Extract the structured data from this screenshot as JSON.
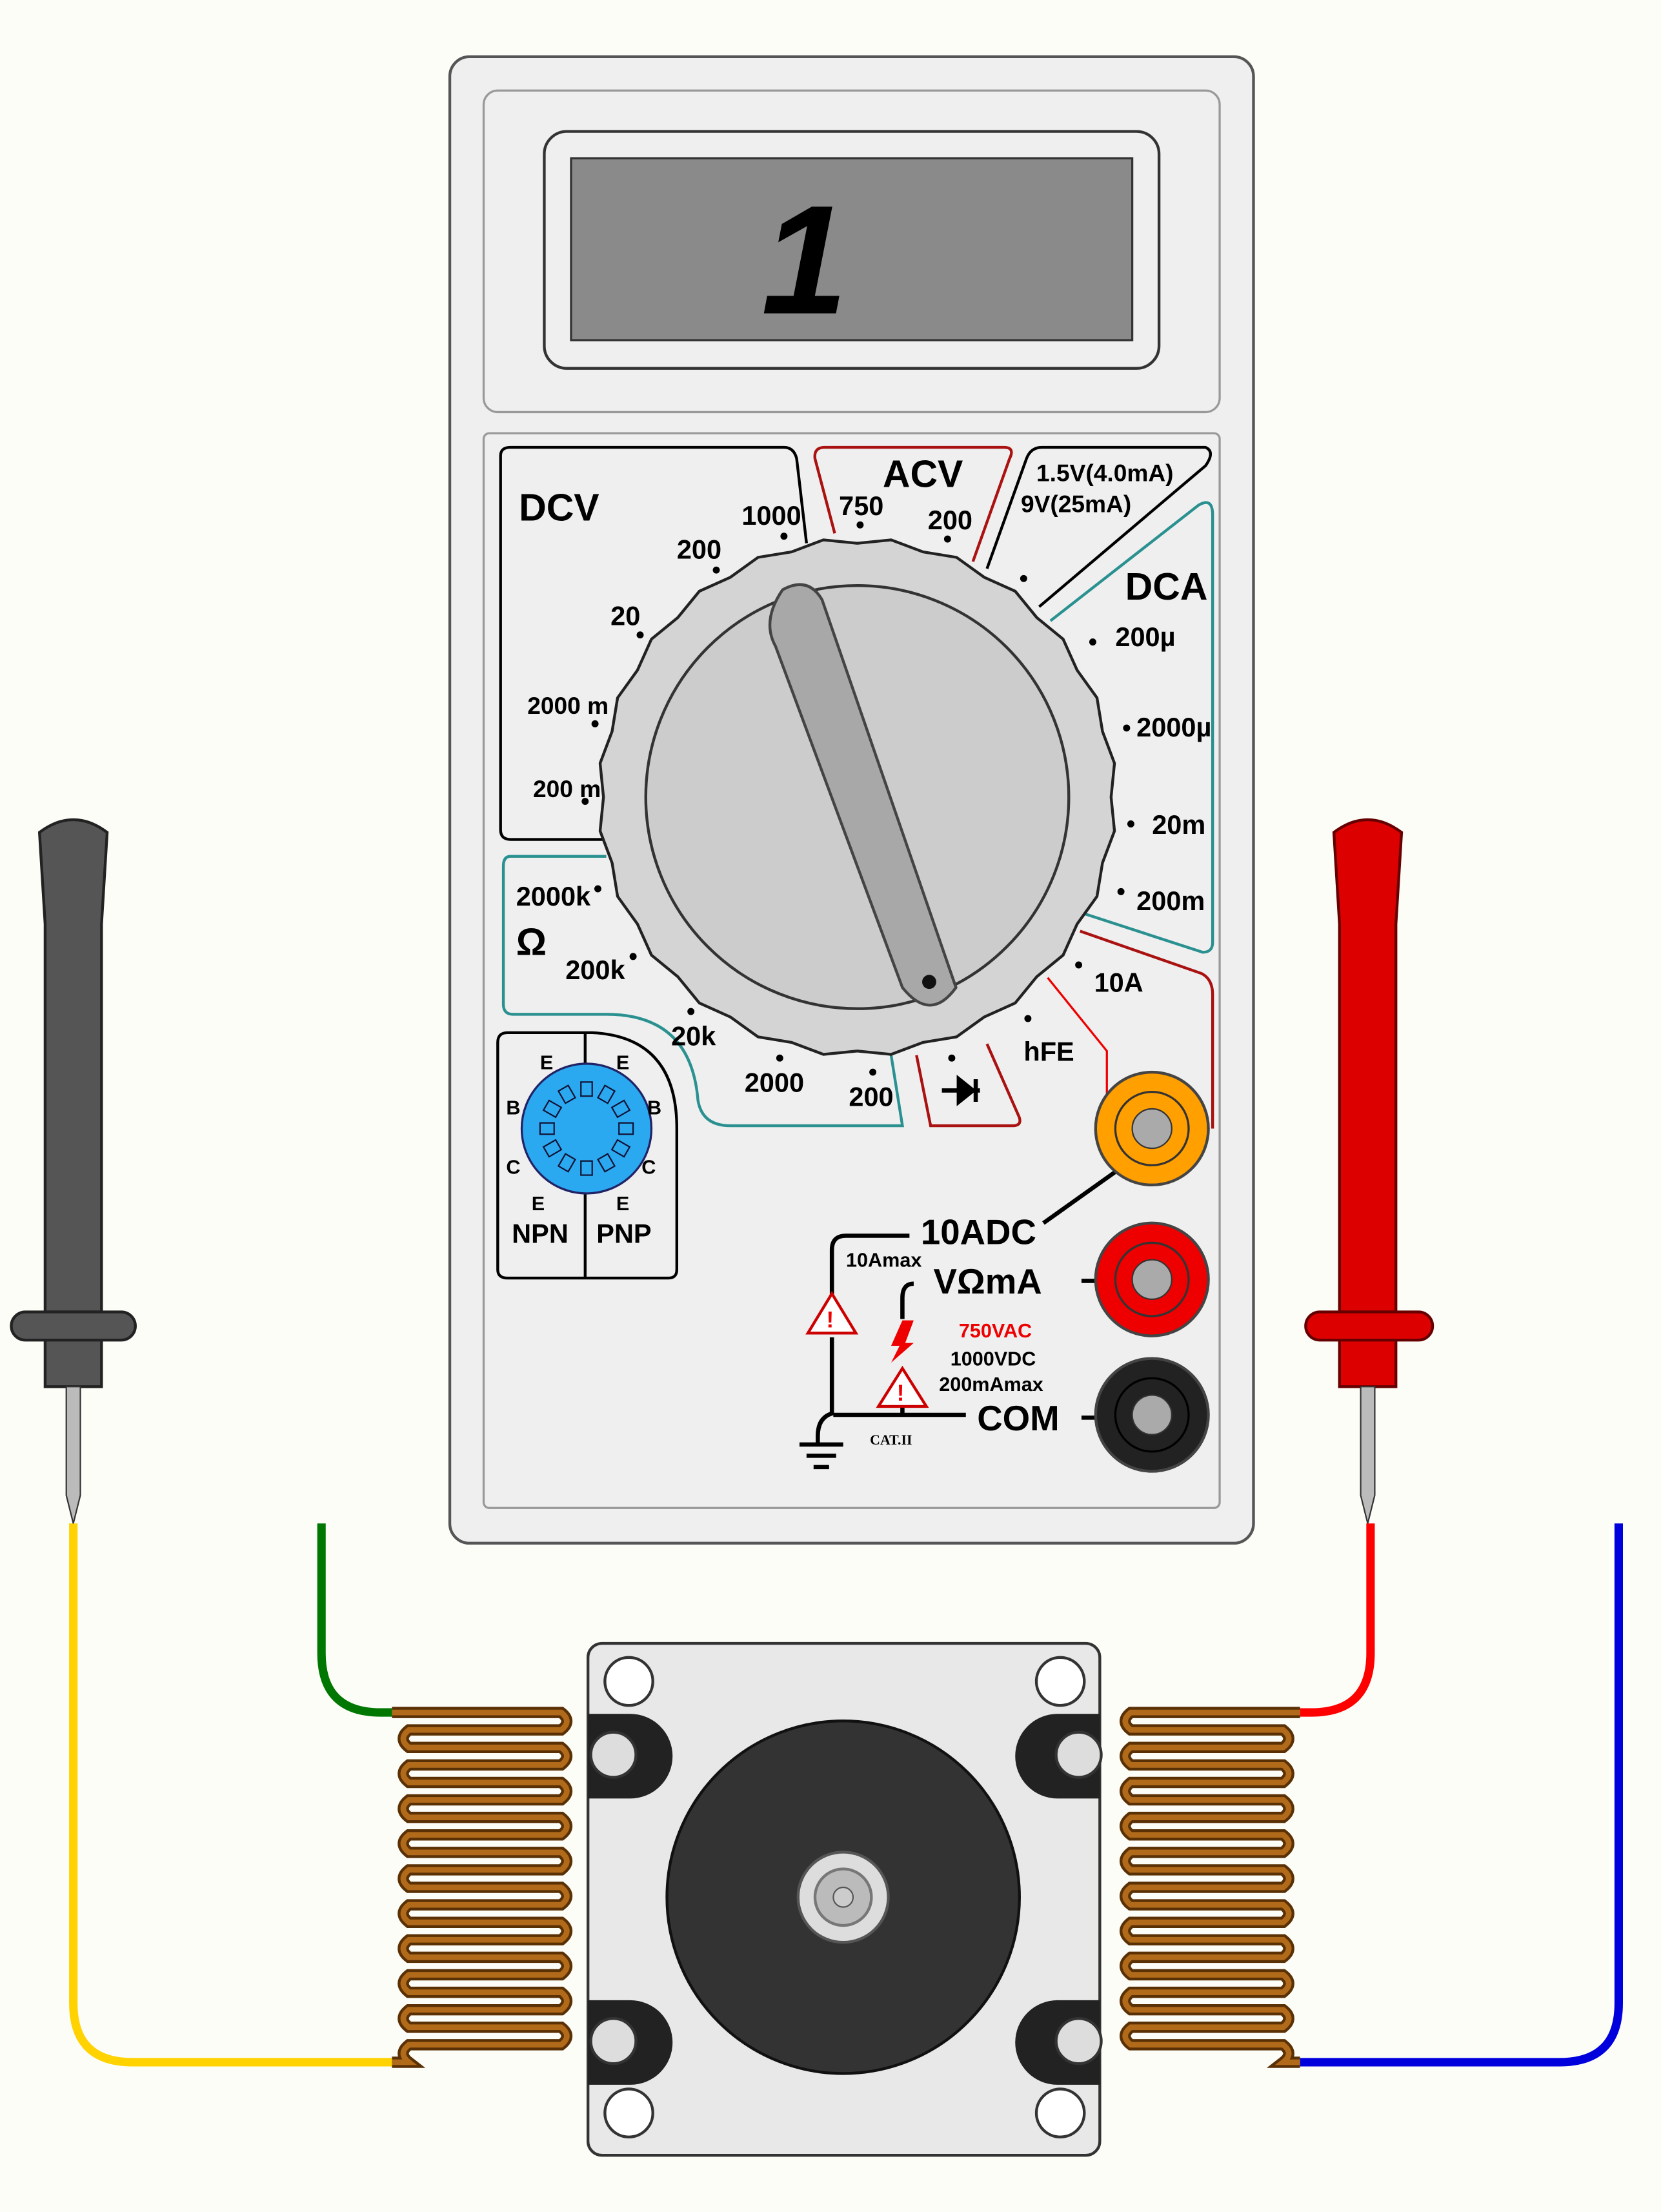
{
  "display": {
    "reading": "1"
  },
  "ranges": {
    "dcv": {
      "title": "DCV",
      "items": [
        "1000",
        "200",
        "20",
        "2000 m",
        "200 m"
      ]
    },
    "acv": {
      "title": "ACV",
      "items": [
        "750",
        "200"
      ]
    },
    "battery": {
      "line1": "1.5V(4.0mA)",
      "line2": "9V(25mA)"
    },
    "dca": {
      "title": "DCA",
      "items": [
        "200µ",
        "2000µ",
        "20m",
        "200m"
      ]
    },
    "amp10": "10A",
    "hfe": "hFE",
    "ohm": {
      "symbol": "Ω",
      "items": [
        "2000k",
        "200k",
        "20k",
        "2000",
        "200"
      ]
    },
    "diode": "diode"
  },
  "hfe_socket": {
    "npn": "NPN",
    "pnp": "PNP",
    "pins": [
      "E",
      "B",
      "C",
      "E"
    ]
  },
  "jacks": {
    "adc": "10ADC",
    "adc_max": "10Amax",
    "vohm": "VΩmA",
    "com": "COM",
    "rating_ac": "750VAC",
    "rating_dc": "1000VDC",
    "rating_ma": "200mAmax",
    "cat": "CAT.II"
  },
  "colors": {
    "body": "#efefef",
    "lcd": "#8a8a8a",
    "jack_10a": "#ff9f00",
    "jack_v": "#ee0000",
    "jack_com": "#222222",
    "dca_line": "#2a9090",
    "acv_line": "#aa1111",
    "hfe_socket": "#2aa8f0",
    "wire_yellow": "#ffd200",
    "wire_green": "#007700",
    "wire_red": "#ff0000",
    "wire_blue": "#0000dd",
    "coil": "#a05a10"
  }
}
